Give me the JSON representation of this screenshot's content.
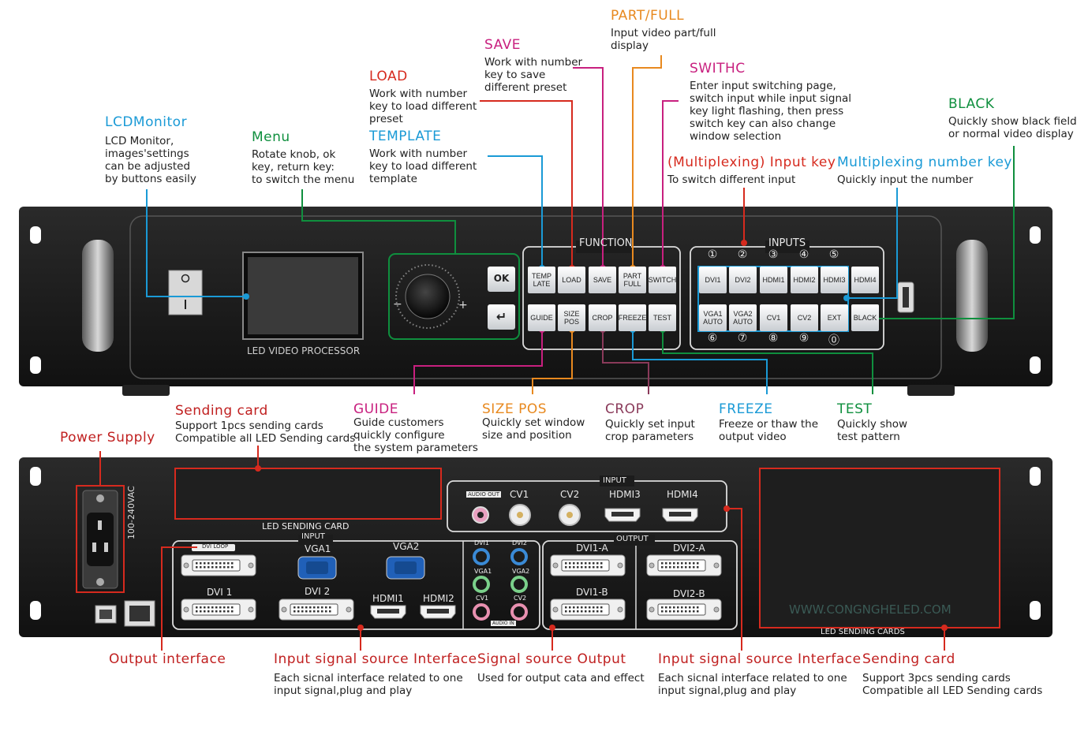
{
  "colors": {
    "blue": "#1a9ad6",
    "green": "#0f8f3e",
    "red": "#d62a1e",
    "magenta": "#c8207f",
    "orange": "#e8891f",
    "darkred": "#c02020",
    "panel": "#1a1a1a"
  },
  "front": {
    "annotations": {
      "lcd": {
        "title": "LCDMonitor",
        "desc": "LCD Monitor,\nimages'settings\ncan be adjusted\nby buttons easily"
      },
      "menu": {
        "title": "Menu",
        "desc": "Rotate knob, ok\nkey, return key:\nto switch the menu"
      },
      "load": {
        "title": "LOAD",
        "desc": "Work with number\nkey to load different\npreset"
      },
      "template": {
        "title": "TEMPLATE",
        "desc": "Work with number\nkey to load different\ntemplate"
      },
      "save": {
        "title": "SAVE",
        "desc": "Work with number\nkey to save\ndifferent preset"
      },
      "partfull": {
        "title": "PART/FULL",
        "desc": "Input video part/full\ndisplay"
      },
      "switch": {
        "title": "SWITHC",
        "desc": "Enter input switching page,\nswitch input while input signal\nkey light flashing, then press\nswitch key can also change\nwindow selection"
      },
      "black": {
        "title": "BLACK",
        "desc": "Quickly show black field\nor normal video display"
      },
      "inputkey": {
        "title": "(Multiplexing) Input key",
        "desc": "To switch different input"
      },
      "numberkey": {
        "title": "Multiplexing number key",
        "desc": "Quickly input the number"
      },
      "guide": {
        "title": "GUIDE",
        "desc": "Guide customers\nquickly configure\nthe system parameters"
      },
      "sizepos": {
        "title": "SIZE POS",
        "desc": "Quickly set window\nsize and position"
      },
      "crop": {
        "title": "CROP",
        "desc": "Quickly set input\ncrop parameters"
      },
      "freeze": {
        "title": "FREEZE",
        "desc": "Freeze or thaw the\noutput video"
      },
      "test": {
        "title": "TEST",
        "desc": "Quickly show\ntest pattern"
      }
    },
    "panel": {
      "lcd_caption": "LED VIDEO PROCESSOR",
      "ok": "OK",
      "back": "↵",
      "function_label": "FUNCTION",
      "inputs_label": "INPUTS",
      "function_row1": [
        "TEMP\nLATE",
        "LOAD",
        "SAVE",
        "PART\nFULL",
        "SWITCH"
      ],
      "function_row2": [
        "GUIDE",
        "SIZE\nPOS",
        "CROP",
        "FREEZE",
        "TEST"
      ],
      "inputs_row1": [
        "DVI1",
        "DVI2",
        "HDMI1",
        "HDMI2",
        "HDMI3",
        "HDMI4"
      ],
      "inputs_row2": [
        "VGA1\nAUTO",
        "VGA2\nAUTO",
        "CV1",
        "CV2",
        "EXT",
        "BLACK"
      ],
      "num_top": [
        "①",
        "②",
        "③",
        "④",
        "⑤"
      ],
      "num_bottom": [
        "⑥",
        "⑦",
        "⑧",
        "⑨",
        "⓪"
      ]
    }
  },
  "rear": {
    "annotations": {
      "sendingcard1": {
        "title": "Sending card",
        "desc": "Support 1pcs sending cards\nCompatible all LED Sending cards"
      },
      "power": {
        "title": "Power Supply"
      },
      "output": {
        "title": "Output interface"
      },
      "input1": {
        "title": "Input signal source Interface",
        "desc": "Each sicnal interface related to one\ninput signal,plug and play"
      },
      "signalout": {
        "title": "Signal source Output",
        "desc": "Used for output cata and effect"
      },
      "input2": {
        "title": "Input signal source Interface",
        "desc": "Each sicnal interface related to one\ninput signal,plug and play"
      },
      "sendingcard3": {
        "title": "Sending card",
        "desc": "Support 3pcs sending cards\nCompatible all LED Sending cards"
      }
    },
    "panel": {
      "voltage": "100-240VAC",
      "led_sending_card": "LED SENDING CARD",
      "led_sending_cards": "LED SENDING CARDS",
      "input_top": "INPUT",
      "audio_out": "AUDIO OUT",
      "cv1": "CV1",
      "cv2": "CV2",
      "hdmi3": "HDMI3",
      "hdmi4": "HDMI4",
      "input_left": "INPUT",
      "dvi_loop": "DVI LOOP",
      "vga1": "VGA1",
      "vga2": "VGA2",
      "dvi1": "DVI 1",
      "dvi2": "DVI 2",
      "hdmi1": "HDMI1",
      "hdmi2": "HDMI2",
      "audio_labels": [
        "DVI1",
        "DVI2",
        "VGA1",
        "VGA2",
        "CV1",
        "CV2"
      ],
      "audio_in": "AUDIO IN",
      "output_label": "OUTPUT",
      "dvi1a": "DVI1-A",
      "dvi2a": "DVI2-A",
      "dvi1b": "DVI1-B",
      "dvi2b": "DVI2-B",
      "watermark": "WWW.CONGNGHELED.COM"
    }
  }
}
